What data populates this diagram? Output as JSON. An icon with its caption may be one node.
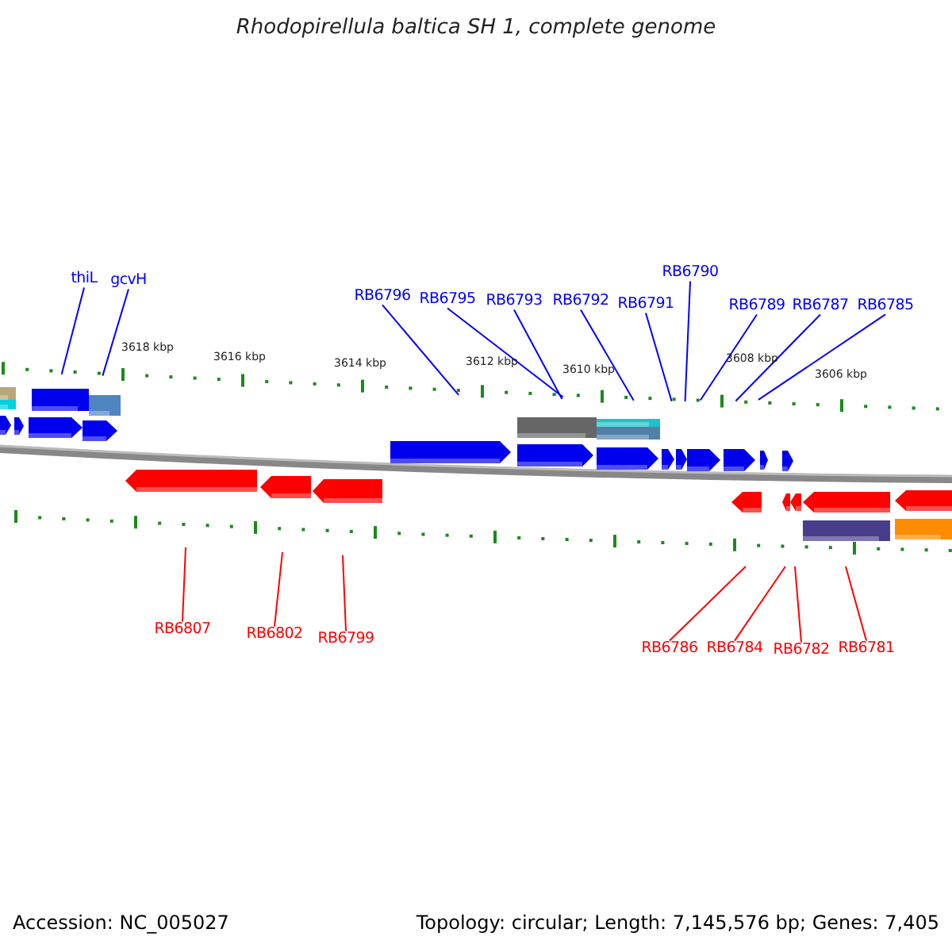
{
  "diagram": {
    "title": "Rhodopirellula baltica SH 1, complete genome",
    "nodes": [
      {
        "text": [
          "thiL"
        ]
      },
      {
        "text": [
          "gcvH"
        ]
      },
      {
        "text": [
          "RB6796"
        ]
      },
      {
        "text": [
          "RB6795"
        ]
      },
      {
        "text": [
          "RB6793"
        ]
      },
      {
        "text": [
          "RB6792"
        ]
      },
      {
        "text": [
          "RB6791"
        ]
      },
      {
        "text": [
          "RB6790"
        ]
      },
      {
        "text": [
          "RB6789"
        ]
      },
      {
        "text": [
          "RB6787"
        ]
      },
      {
        "text": [
          "RB6785"
        ]
      },
      {
        "text": [
          "RB6807"
        ]
      },
      {
        "text": [
          "RB6802"
        ]
      },
      {
        "text": [
          "RB6799"
        ]
      },
      {
        "text": [
          "RB6786"
        ]
      },
      {
        "text": [
          "RB6784"
        ]
      },
      {
        "text": [
          "RB6782"
        ]
      },
      {
        "text": [
          "RB6781"
        ]
      }
    ],
    "edges": [
      {
        "from": 0,
        "to": null,
        "arrow": "none"
      },
      {
        "from": 1,
        "to": null,
        "arrow": "none"
      },
      {
        "from": 2,
        "to": null,
        "arrow": "none"
      },
      {
        "from": 3,
        "to": null,
        "arrow": "none"
      },
      {
        "from": 4,
        "to": null,
        "arrow": "none"
      },
      {
        "from": 5,
        "to": null,
        "arrow": "none"
      },
      {
        "from": 6,
        "to": null,
        "arrow": "none"
      },
      {
        "from": 7,
        "to": null,
        "arrow": "none"
      },
      {
        "from": 8,
        "to": null,
        "arrow": "none"
      },
      {
        "from": 9,
        "to": null,
        "arrow": "none"
      },
      {
        "from": 10,
        "to": null,
        "arrow": "none"
      },
      {
        "from": 11,
        "to": null,
        "arrow": "none",
        "color": "#ff0000"
      },
      {
        "from": 12,
        "to": null,
        "arrow": "none",
        "color": "#ff0000"
      },
      {
        "from": 13,
        "to": null,
        "arrow": "none",
        "color": "#ff0000"
      },
      {
        "from": 14,
        "to": null,
        "arrow": "none",
        "color": "#ff0000"
      },
      {
        "from": 15,
        "to": null,
        "arrow": "none",
        "color": "#ff0000"
      },
      {
        "from": 16,
        "to": null,
        "arrow": "none",
        "color": "#ff0000"
      },
      {
        "from": 17,
        "to": null,
        "arrow": "none",
        "color": "#ff0000"
      }
    ],
    "labels": [
      "3618 kbp",
      "3616 kbp",
      "3614 kbp",
      "3612 kbp",
      "3610 kbp",
      "3608 kbp",
      "3606 kbp",
      "Accession: NC_005027",
      "Topology: circular; Length: 7,145,576 bp; Genes: 7,405"
    ]
  }
}
